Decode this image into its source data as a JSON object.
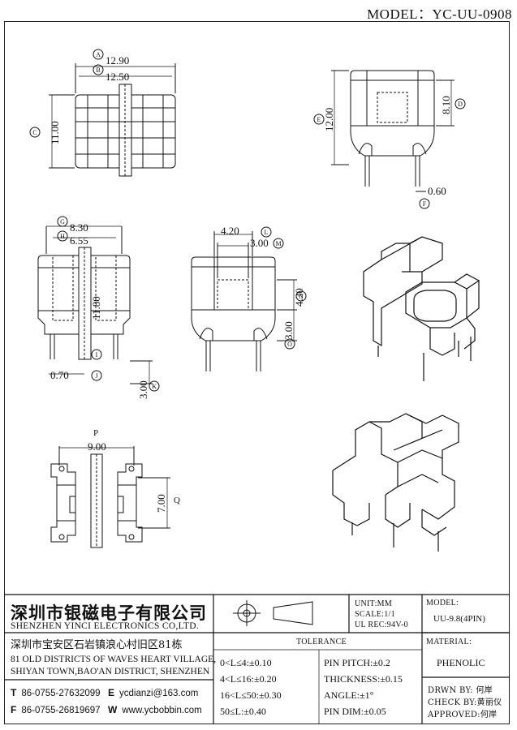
{
  "header": {
    "model_line": "MODEL：YC-UU-0908"
  },
  "drawing": {
    "dims": {
      "a_val": "12.90",
      "b_val": "12.50",
      "c_val": "11.00",
      "d_val": "8.10",
      "e_val": "12.00",
      "f_val": "0.60",
      "g_val": "8.30",
      "h_val": "6.55",
      "i_val": "11.80",
      "j_val": "0.70",
      "k_val": "3.00",
      "l_val": "4.20",
      "m_val": "3.00",
      "n_val": "4.30",
      "o_val": "3.00",
      "p_val": "9.00",
      "q_val": "7.00"
    },
    "refs": {
      "A": "A",
      "B": "B",
      "C": "C",
      "D": "D",
      "E": "E",
      "F": "F",
      "G": "G",
      "H": "H",
      "I": "I",
      "J": "J",
      "K": "K",
      "L": "L",
      "M": "M",
      "N": "N",
      "O": "O",
      "P": "P",
      "Q": "Q"
    }
  },
  "title_block": {
    "company_cn": "深圳市银磁电子有限公司",
    "company_en": "SHENZHEN YINCI ELECTRONICS CO,LTD.",
    "address_cn": "深圳市宝安区石岩镇浪心村旧区81栋",
    "address_en_1": "81 OLD DISTRICTS OF WAVES HEART VILLAGE,",
    "address_en_2": "SHIYAN TOWN,BAO'AN DISTRICT, SHENZHEN",
    "tel_label": "T",
    "tel": "86-0755-27632099",
    "email_label": "E",
    "email": "ycdianzi@163.com",
    "fax_label": "F",
    "fax": "86-0755-26819697",
    "web_label": "W",
    "web": "www.ycbobbin.com",
    "unit": "UNIT:MM",
    "scale": "SCALE:1/1",
    "ul_rec": "UL REC:94V-0",
    "tolerance_title": "TOLERANCE",
    "tol_1": "0<L≤4:±0.10",
    "tol_2": "4<L≤16:±0.20",
    "tol_3": "16<L≤50:±0.30",
    "tol_4": "50≤L:±0.40",
    "pin_pitch": "PIN PITCH:±0.2",
    "thickness": "THICKNESS:±0.15",
    "angle": "ANGLE:±1°",
    "pin_dim": "PIN DIM:±0.05",
    "model_label": "MODEL:",
    "model_value": "UU-9.8(4PIN)",
    "material_label": "MATERIAL:",
    "material_value": "PHENOLIC",
    "drawn_by": "DRWN BY: 何岸",
    "check_by": "CHECK BY:黄丽仪",
    "approved": "APPROVED:何岸"
  }
}
